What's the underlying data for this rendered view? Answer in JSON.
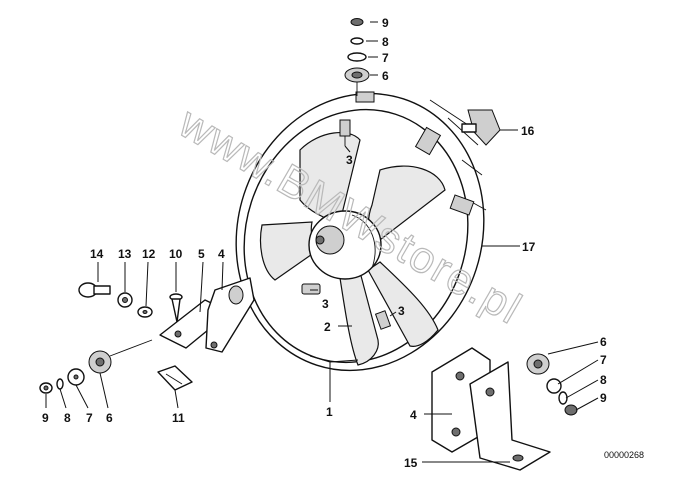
{
  "labels": {
    "p9_top": "9",
    "p8_top": "8",
    "p7_top": "7",
    "p6_top": "6",
    "p16": "16",
    "p3_top": "3",
    "p17": "17",
    "p14": "14",
    "p13": "13",
    "p12": "12",
    "p10": "10",
    "p5": "5",
    "p4_left": "4",
    "p3_mid": "3",
    "p2": "2",
    "p3_right": "3",
    "p6_right": "6",
    "p7_right": "7",
    "p8_right": "8",
    "p9_right": "9",
    "p9_left": "9",
    "p8_left": "8",
    "p7_left": "7",
    "p6_left": "6",
    "p11": "11",
    "p1": "1",
    "p4_bottom": "4",
    "p15": "15"
  },
  "watermark": "www.BMWstore.pl",
  "diagram_code": "00000268"
}
